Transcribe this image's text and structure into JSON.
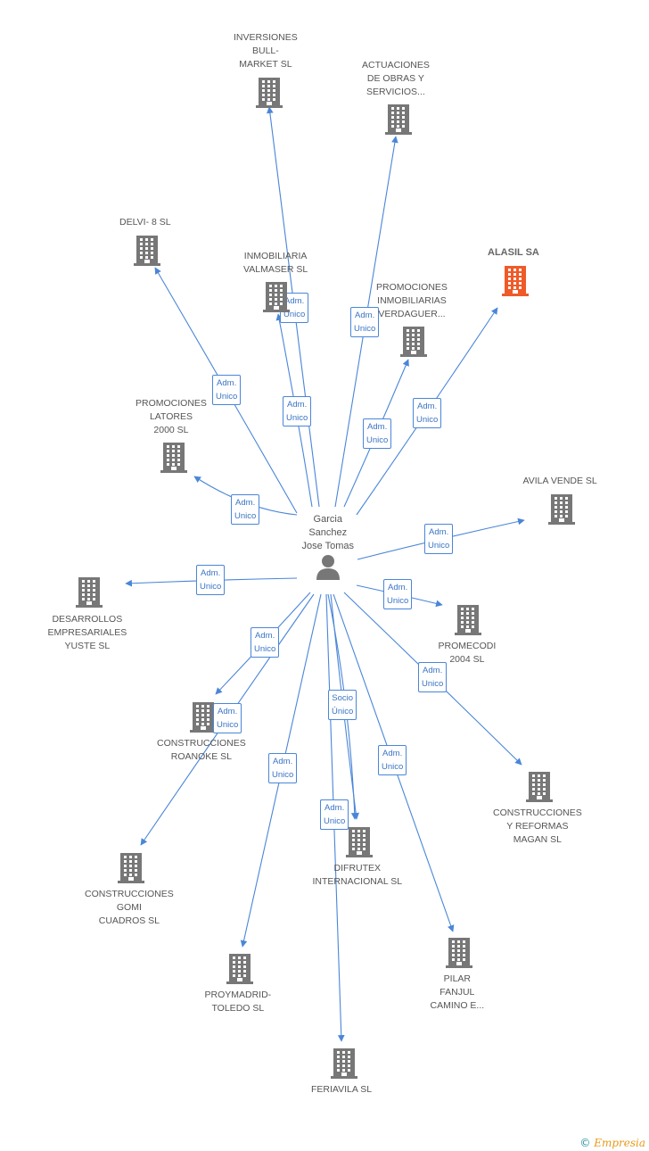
{
  "center": {
    "name": "Garcia\nSanchez\nJose Tomas",
    "icon": "person-icon"
  },
  "colors": {
    "building": "#777777",
    "highlight": "#f05a28",
    "line": "#4a86d8"
  },
  "brand": {
    "copyright": "©",
    "name": "Empresia"
  },
  "nodes": [
    {
      "id": "inversiones-bull",
      "label": "INVERSIONES\nBULL-\nMARKET SL",
      "rel": "Adm.\nUnico"
    },
    {
      "id": "actuaciones",
      "label": "ACTUACIONES\nDE OBRAS Y\nSERVICIOS...",
      "rel": "Adm.\nUnico"
    },
    {
      "id": "delvi",
      "label": "DELVI- 8 SL",
      "rel": "Adm.\nUnico"
    },
    {
      "id": "inmobiliaria-valmaser",
      "label": "INMOBILIARIA\nVALMASER SL",
      "rel": "Adm.\nUnico"
    },
    {
      "id": "alasil",
      "label": "ALASIL SA",
      "rel": "Adm.\nUnico",
      "highlight": true
    },
    {
      "id": "promociones-inmo",
      "label": "PROMOCIONES\nINMOBILIARIAS\nVERDAGUER...",
      "rel": "Adm.\nUnico"
    },
    {
      "id": "promociones-latores",
      "label": "PROMOCIONES\nLATORES\n2000 SL",
      "rel": "Adm.\nUnico"
    },
    {
      "id": "avila-vende",
      "label": "AVILA VENDE SL",
      "rel": "Adm.\nUnico"
    },
    {
      "id": "desarrollos",
      "label": "DESARROLLOS\nEMPRESARIALES\nYUSTE SL",
      "rel": "Adm.\nUnico"
    },
    {
      "id": "promecodi",
      "label": "PROMECODI\n2004 SL",
      "rel": "Adm.\nUnico"
    },
    {
      "id": "construcciones-roanoke",
      "label": "CONSTRUCCIONES\nROANOKE SL",
      "rel": "Adm.\nUnico"
    },
    {
      "id": "construcciones-magan",
      "label": "CONSTRUCCIONES\nY REFORMAS\nMAGAN  SL",
      "rel": "Adm.\nUnico"
    },
    {
      "id": "construcciones-gomi",
      "label": "CONSTRUCCIONES\nGOMI\nCUADROS SL",
      "rel": "Adm.\nUnico"
    },
    {
      "id": "difrutex",
      "label": "DIFRUTEX\nINTERNACIONAL SL",
      "rel": "Socio\nÚnico"
    },
    {
      "id": "proymadrid",
      "label": "PROYMADRID-\nTOLEDO SL",
      "rel": "Adm.\nUnico"
    },
    {
      "id": "pilar-fanjul",
      "label": "PILAR\nFANJUL\nCAMINO E...",
      "rel": "Adm.\nUnico"
    },
    {
      "id": "feriavila",
      "label": "FERIAVILA SL",
      "rel": "Adm.\nUnico"
    }
  ],
  "extra_edges": [
    {
      "id": "difrutex-2",
      "rel": "Adm.\nUnico"
    }
  ]
}
